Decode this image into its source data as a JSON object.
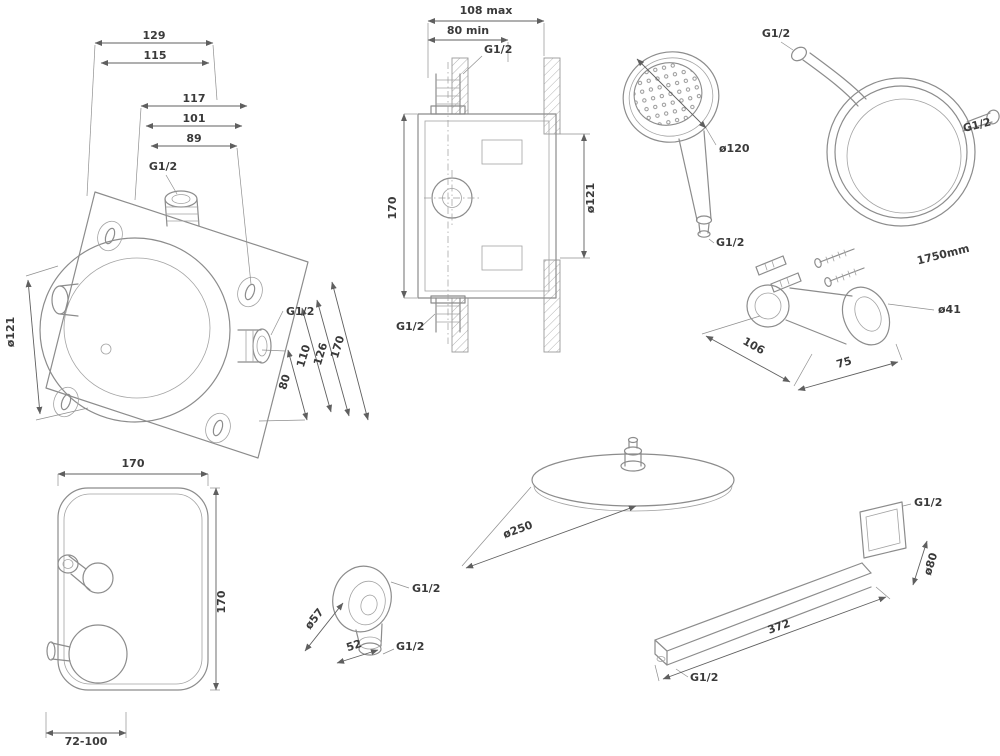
{
  "drawing_labels": {
    "mixer_box_iso": {
      "w129": "129",
      "w115": "115",
      "w117": "117",
      "w101": "101",
      "w89": "89",
      "thread_top": "G1/2",
      "thread_side": "G1/2",
      "dia121": "ø121",
      "h110": "110",
      "h126": "126",
      "h170": "170",
      "h80": "80"
    },
    "mixer_box_section": {
      "depth_max": "108 max",
      "depth_min": "80 min",
      "thread_top": "G1/2",
      "thread_bottom": "G1/2",
      "h170": "170",
      "dia121": "ø121"
    },
    "hand_shower": {
      "dia120": "ø120",
      "thread": "G1/2"
    },
    "hose": {
      "thread_top": "G1/2",
      "thread_end": "G1/2",
      "length": "1750mm"
    },
    "holder": {
      "w106": "106",
      "w75": "75",
      "dia41": "ø41"
    },
    "trim_plate": {
      "w170": "170",
      "h170": "170",
      "depth_range": "72-100"
    },
    "wall_outlet": {
      "dia57": "ø57",
      "d52": "52",
      "thread_side": "G1/2",
      "thread_bottom": "G1/2"
    },
    "overhead_shower": {
      "dia250": "ø250"
    },
    "wall_spout": {
      "thread_wall": "G1/2",
      "dia80": "ø80",
      "length372": "372",
      "thread_tip": "G1/2"
    }
  },
  "colors": {
    "background": "#ffffff",
    "object_line": "#8c8c8c",
    "dimension_line": "#5f5f5f",
    "label_text": "#3a3a3a"
  }
}
